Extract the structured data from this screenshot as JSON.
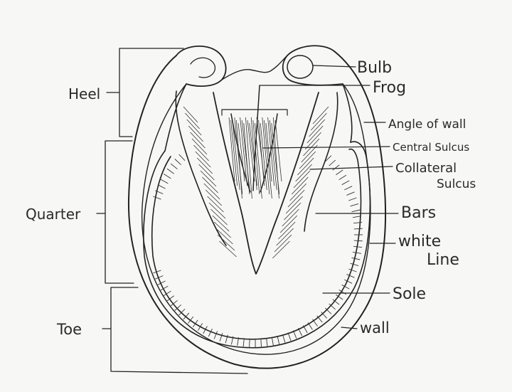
{
  "diagram": {
    "left_labels": {
      "heel": "Heel",
      "quarter": "Quarter",
      "toe": "Toe"
    },
    "right_labels": {
      "bulb": "Bulb",
      "frog": "Frog",
      "angle_of_wall": "Angle of wall",
      "central_sulcus": "Central Sulcus",
      "collateral_sulcus_line1": "Collateral",
      "collateral_sulcus_line2": "Sulcus",
      "bars": "Bars",
      "white_line_line1": "white",
      "white_line_line2": "Line",
      "sole": "Sole",
      "wall": "wall"
    }
  }
}
